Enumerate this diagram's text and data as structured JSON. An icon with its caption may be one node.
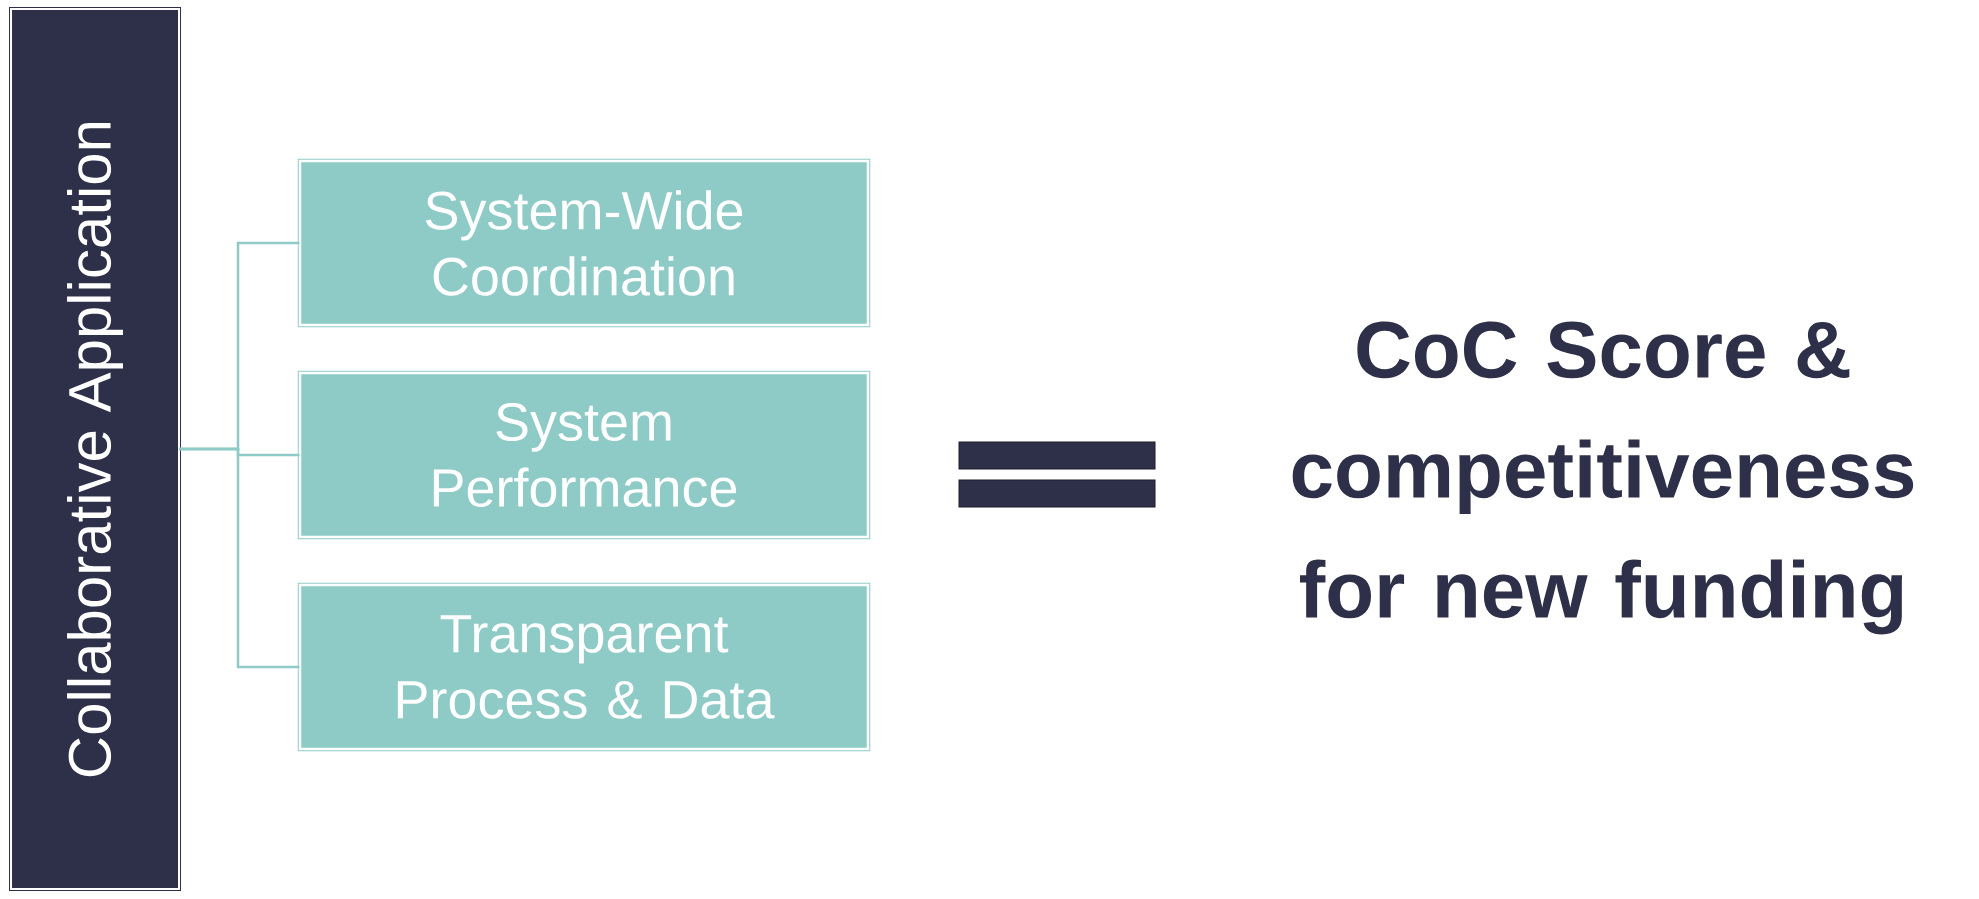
{
  "diagram": {
    "nodes": [
      {
        "text": [
          "Collaborative Application"
        ]
      },
      {
        "text": [
          "System-Wide Coordination"
        ]
      },
      {
        "text": [
          "System Performance"
        ]
      },
      {
        "text": [
          "Transparent Process & Data"
        ]
      }
    ],
    "edges": [
      {
        "from": 0,
        "to": 1,
        "arrow": "none"
      },
      {
        "from": 0,
        "to": 2,
        "arrow": "none"
      },
      {
        "from": 0,
        "to": 3,
        "arrow": "none"
      }
    ],
    "labels": [
      "CoC Score & competitiveness for new funding"
    ]
  }
}
